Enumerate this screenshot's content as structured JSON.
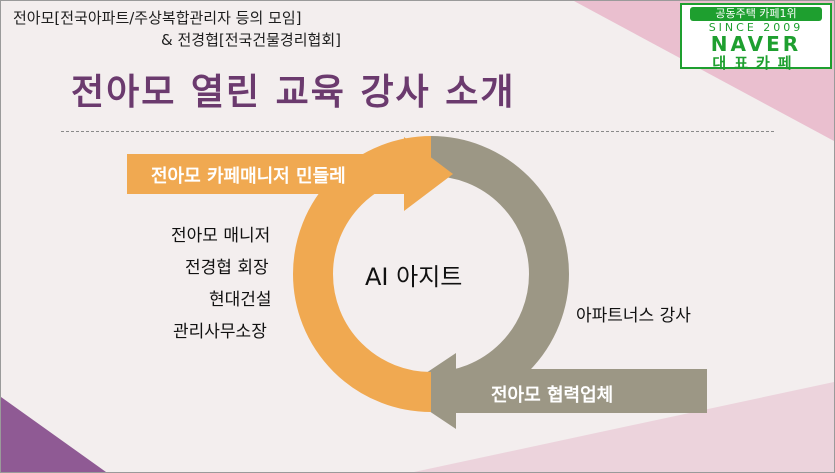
{
  "header": {
    "line1": "전아모[전국아파트/주상복합관리자 등의 모임]",
    "line2": "& 전경협[전국건물경리협회]"
  },
  "title": "전아모 열린 교육 강사 소개",
  "badge": {
    "line1": "공동주택 카페1위",
    "line2": "SINCE 2009",
    "line3": "NAVER",
    "line4": "대표카페"
  },
  "diagram": {
    "top_arrow_label": "전아모 카페매니저 민들레",
    "bottom_arrow_label": "전아모 협력업체",
    "center_label": "AI 아지트",
    "left_labels": [
      "전아모 매니저",
      "전경협 회장",
      "현대건설",
      "관리사무소장"
    ],
    "right_label": "아파트너스 강사",
    "colors": {
      "orange": "#f0a951",
      "gray": "#9c9785",
      "purple": "#6b3a6e",
      "green": "#1e9f2f"
    }
  }
}
